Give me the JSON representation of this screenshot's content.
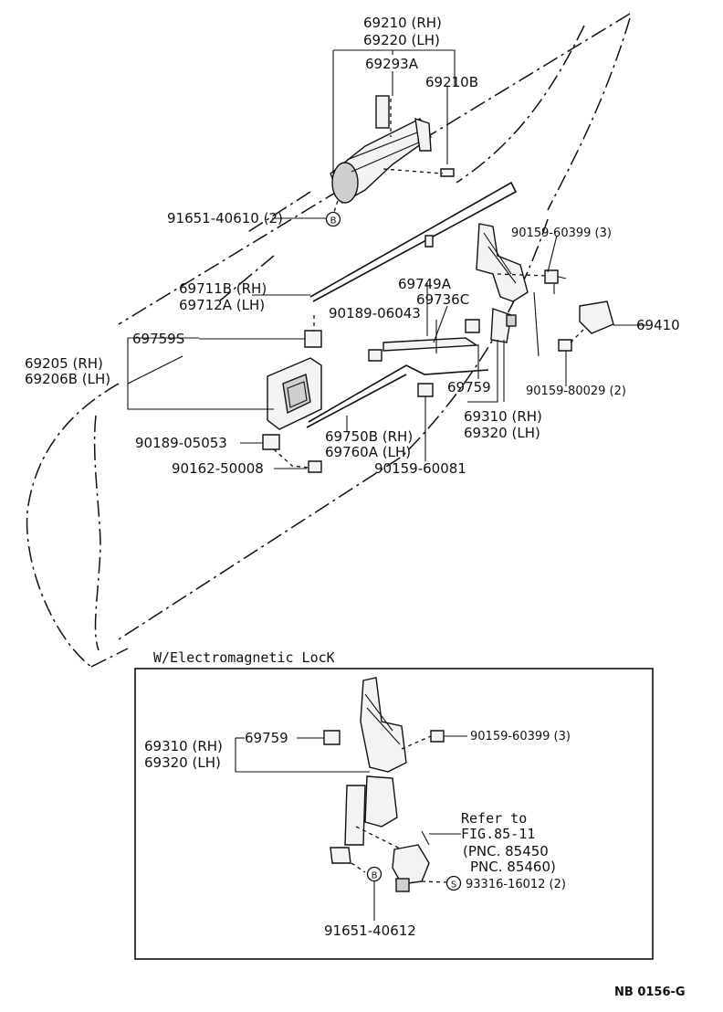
{
  "labels": {
    "p69210": "69210 (RH)",
    "p69220": "69220 (LH)",
    "p69293a": "69293A",
    "p69210b": "69210B",
    "p91651_40610": "91651-40610 (2)",
    "p90159_60399_top": "90159-60399 (3)",
    "p69749a": "69749A",
    "p69736c": "69736C",
    "p90189_06043": "90189-06043",
    "p69711b": "69711B (RH)",
    "p69712a": "69712A (LH)",
    "p69410": "69410",
    "p69759s": "69759S",
    "p69205": "69205  (RH)",
    "p69206b": "69206B (LH)",
    "p90159_80029": "90159-80029 (2)",
    "p69759_top": "69759",
    "p69310_top": "69310 (RH)",
    "p69320_top": "69320 (LH)",
    "p69750b": "69750B (RH)",
    "p69760a": "69760A (LH)",
    "p90189_05053": "90189-05053",
    "p90162_50008": "90162-50008",
    "p90159_60081": "90159-60081"
  },
  "inset": {
    "title": "W/Electromagnetic LocK",
    "p69310": "69310 (RH)",
    "p69320": "69320 (LH)",
    "p69759": "69759",
    "p90159_60399": "90159-60399 (3)",
    "refer1": "Refer to",
    "refer2": "FIG.85-11",
    "pnc1": "(PNC. 85450",
    "pnc2": "PNC. 85460)",
    "p93316": "93316-16012 (2)",
    "p91651_40612": "91651-40612",
    "badge_b": "B",
    "badge_s": "S"
  },
  "badges": {
    "b_top": "B"
  },
  "footer": {
    "figure_code": "NB 0156-G"
  }
}
